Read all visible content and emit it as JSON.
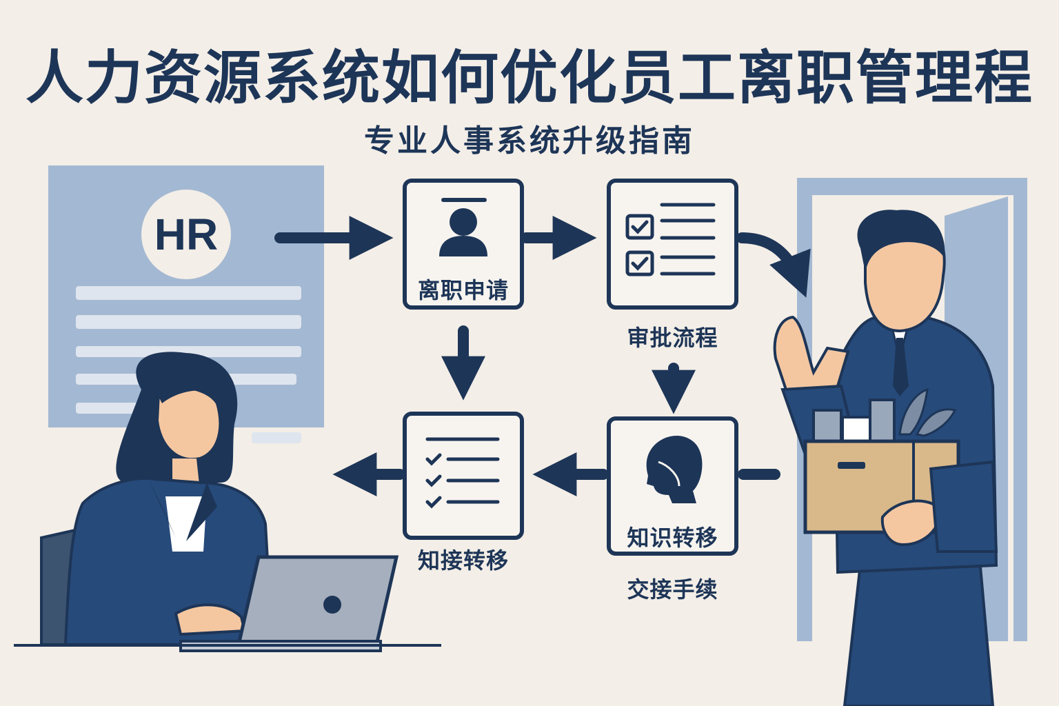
{
  "header": {
    "title": "人力资源系统如何优化员工离职管理程",
    "subtitle": "专业人事系统升级指南"
  },
  "hr_panel": {
    "badge": "HR"
  },
  "flow": {
    "step1_label": "离职申请",
    "step2_label": "审批流程",
    "step3_label": "知识转移",
    "step3_caption": "交接手续",
    "step4_label": "知接转移"
  },
  "colors": {
    "navy": "#1d3557",
    "panel_blue": "#a3b8d2",
    "background": "#f3eee7",
    "suit_blue": "#264a7a",
    "box_tan": "#d9b88a"
  },
  "icons": [
    "person-icon",
    "checklist-icon",
    "head-profile-icon",
    "check-list-icon",
    "arrow-icon"
  ]
}
